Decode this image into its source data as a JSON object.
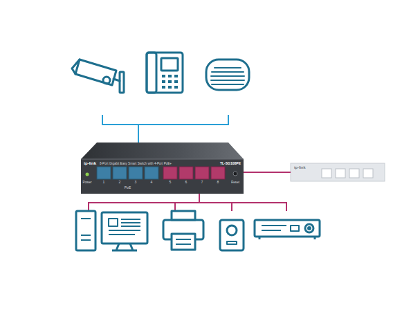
{
  "diagram": {
    "nodes": [
      {
        "text": [
          "tp-link",
          "8-Port Gigabit Easy Smart Switch with 4-Port PoE+",
          "TL-SG108PE"
        ]
      },
      {
        "text": [
          "tp-link"
        ]
      }
    ],
    "edges": [
      {
        "from": 0,
        "to": 1,
        "arrow": "none"
      }
    ],
    "labels": [
      "Power",
      "1",
      "2",
      "3",
      "4",
      "PoE",
      "5",
      "6",
      "7",
      "8",
      "Reset"
    ]
  }
}
